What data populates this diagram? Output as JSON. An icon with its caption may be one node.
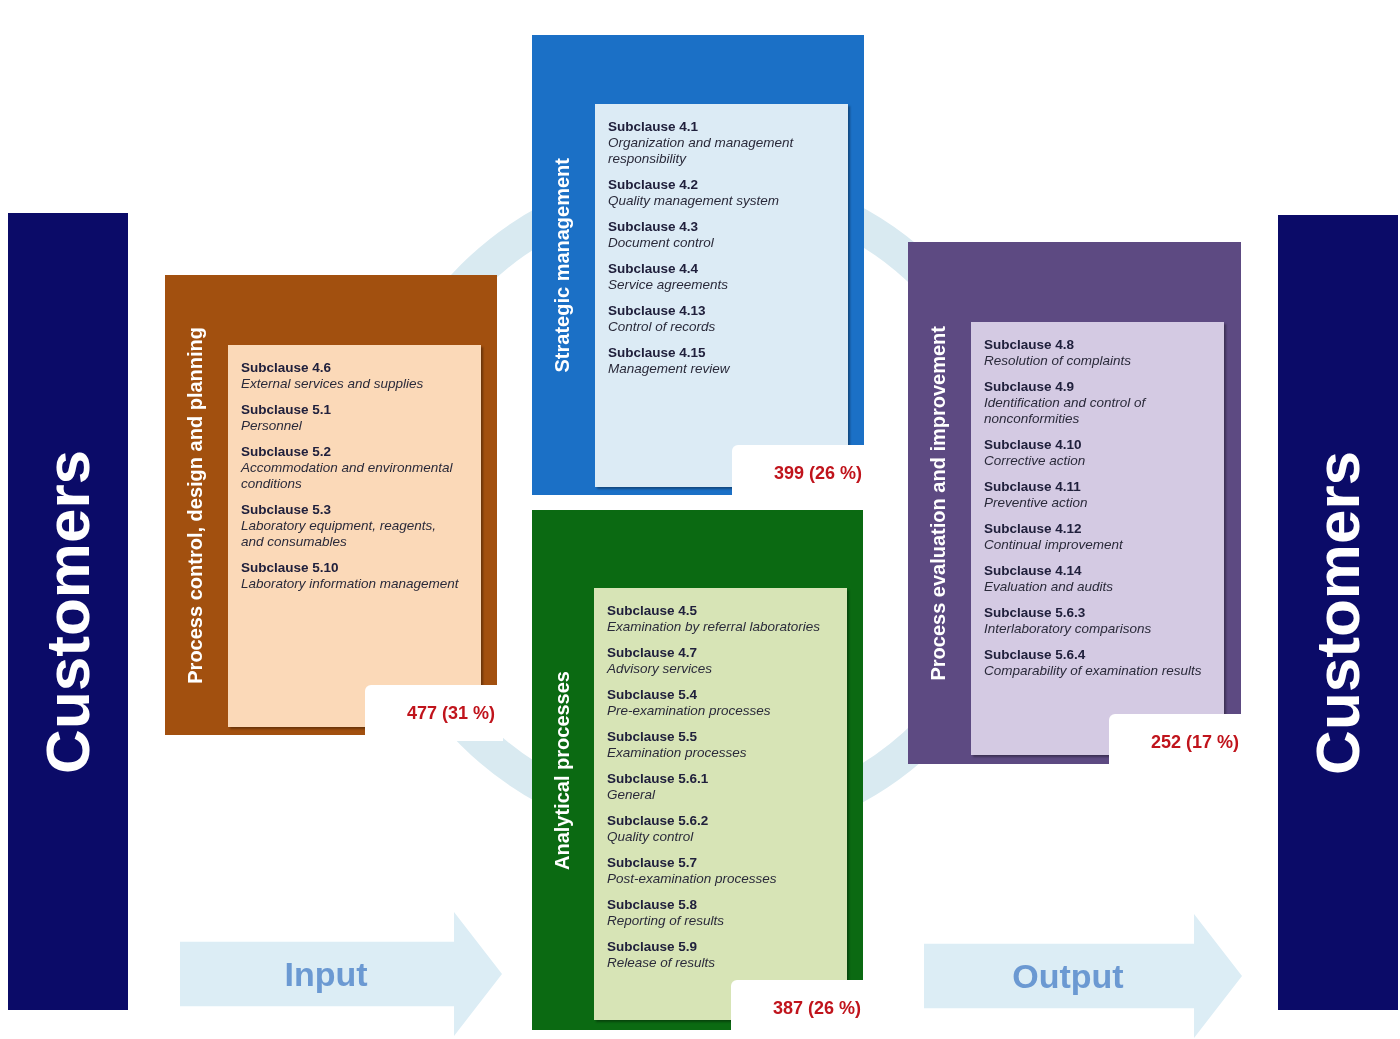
{
  "diagram": {
    "nodes": [
      {
        "text": [
          "Customers"
        ]
      },
      {
        "text": [
          "Process control, design and planning"
        ],
        "beside": [
          "477 (31 %)"
        ]
      },
      {
        "text": [
          "Subclause 4.6",
          "External services and supplies",
          "Subclause 5.1",
          "Personnel",
          "Subclause 5.2",
          "Accommodation and environmental conditions",
          "Subclause 5.3",
          "Laboratory equipment, reagents, and consumables",
          "Subclause 5.10",
          "Laboratory information management"
        ],
        "in": 1
      },
      {
        "text": [
          "Strategic management"
        ],
        "beside": [
          "399 (26 %)"
        ]
      },
      {
        "text": [
          "Subclause 4.1",
          "Organization and management responsibility",
          "Subclause 4.2",
          "Quality management system",
          "Subclause 4.3",
          "Document control",
          "Subclause 4.4",
          "Service agreements",
          "Subclause 4.13",
          "Control of records",
          "Subclause 4.15",
          "Management review"
        ],
        "in": 3
      },
      {
        "text": [
          "Analytical processes"
        ],
        "beside": [
          "387 (26 %)"
        ]
      },
      {
        "text": [
          "Subclause 4.5",
          "Examination by referral laboratories",
          "Subclause 4.7",
          "Advisory services",
          "Subclause 5.4",
          "Pre-examination processes",
          "Subclause 5.5",
          "Examination processes",
          "Subclause 5.6.1",
          "General",
          "Subclause 5.6.2",
          "Quality control",
          "Subclause 5.7",
          "Post-examination processes",
          "Subclause 5.8",
          "Reporting of results",
          "Subclause 5.9",
          "Release of results"
        ],
        "in": 5
      },
      {
        "text": [
          "Process evaluation and improvement"
        ],
        "beside": [
          "252 (17 %)"
        ]
      },
      {
        "text": [
          "Subclause 4.8",
          "Resolution of complaints",
          "Subclause 4.9",
          "Identification and control of nonconformities",
          "Subclause 4.10",
          "Corrective action",
          "Subclause 4.11",
          "Preventive action",
          "Subclause 4.12",
          "Continual improvement",
          "Subclause 4.14",
          "Evaluation and audits",
          "Subclause 5.6.3",
          "Interlaboratory comparisons",
          "Subclause 5.6.4",
          "Comparability of examination results"
        ],
        "in": 7
      },
      {
        "text": [
          "Input"
        ]
      },
      {
        "text": [
          "Output"
        ]
      },
      {
        "text": [
          "Customers"
        ]
      }
    ]
  }
}
